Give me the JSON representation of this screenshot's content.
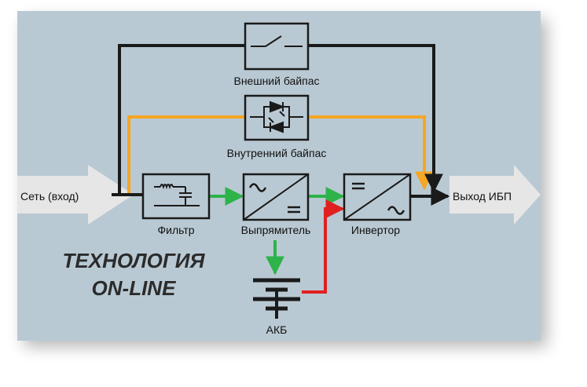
{
  "diagram": {
    "background_color": "#b9c9d3",
    "labels": {
      "input": "Сеть (вход)",
      "output": "Выход ИБП",
      "external_bypass": "Внешний байпас",
      "internal_bypass": "Внутренний байпас",
      "filter": "Фильтр",
      "rectifier": "Выпрямитель",
      "inverter": "Инвертор",
      "battery": "АКБ",
      "title_line1": "ТЕХНОЛОГИЯ",
      "title_line2": "ON-LINE"
    },
    "colors": {
      "main_line": "#1a1a1a",
      "bypass_line": "#f5a623",
      "green_flow": "#2db34a",
      "red_flow": "#e02020",
      "arrow_fill": "#e6e6e6",
      "title": "#2b2b2b"
    },
    "icons": {
      "external_bypass": "switch-icon",
      "internal_bypass": "thyristor-icon",
      "filter": "filter-icon",
      "rectifier": "ac-dc-icon",
      "inverter": "dc-ac-icon",
      "battery": "battery-icon"
    }
  }
}
